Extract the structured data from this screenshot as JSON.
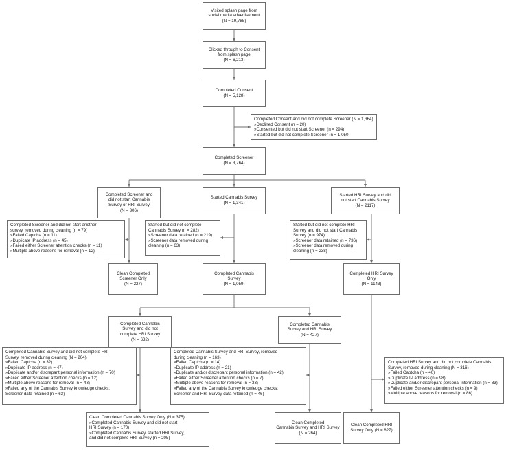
{
  "boxes": {
    "splash": [
      "Visited splash page from",
      "social media advertisement",
      "(N = 19,785)"
    ],
    "clicked": [
      "Clicked through to Consent",
      "from splash page",
      "(N = 6,213)"
    ],
    "consent": [
      "Completed Consent",
      "(N = 5,128)"
    ],
    "no_screener": [
      "Completed Consent and did not complete Screener (N = 1,364)",
      "»Declined Consent (n = 20)",
      "»Consented but did not start Screener (n = 294)",
      "»Started but did not complete Screener (n = 1,050)"
    ],
    "screener": [
      "Completed Screener",
      "(N = 3,764)"
    ],
    "screener_only_start": [
      "Completed Screener and",
      "did not start Cannabis",
      "Survey or HRI Survey",
      "(N = 306)"
    ],
    "cannabis_start": [
      "Started Cannabis Survey",
      "(N = 1,341)"
    ],
    "hri_start": [
      "Started HRI Survey and did",
      "not start Cannabis Survey",
      "(N = 2117)"
    ],
    "screener_removed": [
      "Completed Screener and did not start another",
      "survey, removed during cleaning (n = 79)",
      "»Failed Captcha (n = 11)",
      "»Duplicate IP address (n = 45)",
      "»Failed either Screener attention checks (n = 11)",
      "»Multiple above reasons for removal (n = 12)"
    ],
    "cannabis_incomplete": [
      "Started but did not complete",
      "Cannabis Survey (n = 282)",
      "»Screener data retained (n = 219)",
      "»Screener data removed during",
      "cleaning (n = 63)"
    ],
    "hri_incomplete": [
      "Started but did not complete HRI",
      "Survey and did not start Cannabis",
      "Survey (n = 974)",
      "»Screener data retained (n = 736)",
      "»Screener data removed during",
      "cleaning (n = 238)"
    ],
    "clean_screener": [
      "Clean Completed",
      "Screener Only",
      "(N = 227)"
    ],
    "cannabis_complete": [
      "Completed Cannabis",
      "Survey",
      "(N = 1,059)"
    ],
    "hri_complete": [
      "Completed HRI Survey",
      "Only",
      "(N = 1143)"
    ],
    "cann_no_hri": [
      "Completed Cannabis",
      "Survey and did not",
      "complete HRI Survey",
      "(N = 632)"
    ],
    "cann_and_hri": [
      "Completed Cannabis",
      "Survey and HRI Survey",
      "(N = 427)"
    ],
    "cann_no_hri_removed": [
      "Completed Cannabis Survey and did not complete HRI",
      "Survey, removed during cleaning (N = 204)",
      "»Failed Captcha (n = 32)",
      "»Duplicate IP address (n = 47)",
      "»Duplicate and/or discrepant personal information (n = 70)",
      "»Failed either Screener attention checks (n = 12)",
      "»Multiple above reasons for removal (n = 43)",
      "»Failed any of the Cannabis Survey knowledge checks;",
      "Screener data retained (n = 63)"
    ],
    "cann_hri_removed": [
      "Completed Cannabis Survey and HRI Survey, removed",
      "during cleaning (n = 163)",
      "»Failed Captcha (n = 14)",
      "»Duplicate IP address (n = 21)",
      "»Duplicate and/or discrepant personal information (n = 42)",
      "»Failed either Screener attention checks (n = 7)",
      "»Multiple above reasons for removal (n = 33)",
      "»Failed any of the Cannabis Survey knowledge checks;",
      "Screener and HRI Survey data retained (n = 46)"
    ],
    "hri_removed": [
      "Completed HRI Survey and did not complete Cannabis",
      "Survey, removed during cleaning (N = 316)",
      "»Failed Captcha (n = 40)",
      "»Duplicate IP address (n = 98)",
      "»Duplicate and/or discrepant personal information (n = 83)",
      "»Failed either Screener attention checks (n = 9)",
      "»Multiple above reasons for removal (n = 86)"
    ],
    "clean_cann_only": [
      "Clean Completed Cannabis Survey Only (N = 375)",
      "»Completed Cannabis Survey and did not start",
      "HRI Survey (n = 170)",
      "»Completed Cannabis Survey, started HRI Survey,",
      "and did not complete HRI Survey (n = 205)"
    ],
    "clean_cann_hri": [
      "Clean Completed",
      "Cannabis Survey and HRI Survey",
      "(N = 264)"
    ],
    "clean_hri_only": [
      "Clean Completed HRI",
      "Survey Only (N = 827)"
    ]
  }
}
